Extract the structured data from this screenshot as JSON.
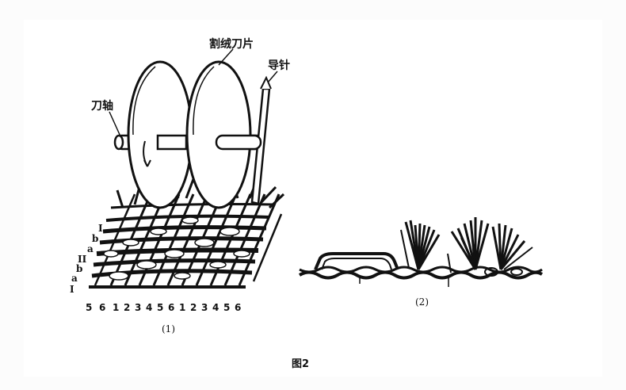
{
  "labels": {
    "blade": "割绒刀片",
    "shaft": "刀轴",
    "needle": "导针"
  },
  "row_labels": [
    "I",
    "b",
    "a",
    "II",
    "b",
    "a",
    "I"
  ],
  "column_numbers": [
    "5",
    "6",
    "1",
    "2",
    "3",
    "4",
    "5",
    "6",
    "1",
    "2",
    "3",
    "4",
    "5",
    "6"
  ],
  "captions": {
    "sub1": "(1)",
    "sub2": "(2)",
    "figure": "图2"
  }
}
